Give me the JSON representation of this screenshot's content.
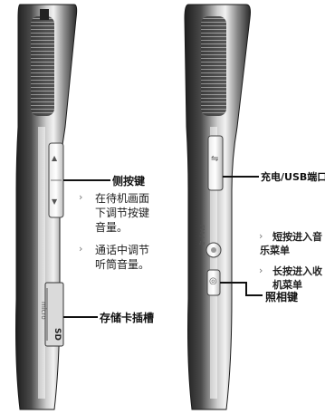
{
  "left_phone": {
    "callouts": {
      "side_keys": "侧按键",
      "memory_slot": "存储卡插槽"
    },
    "notes": [
      [
        "在待机画面",
        "下调节按键",
        "音量。"
      ],
      [
        "通话中调节",
        "听筒音量。"
      ]
    ],
    "volume_up_symbol": "▲",
    "volume_down_symbol": "▼",
    "slot_text_micro": "micro",
    "slot_text_sd": "SD"
  },
  "right_phone": {
    "callouts": {
      "charge_port": "充电/USB端口",
      "camera_key": "照相键"
    },
    "notes": [
      [
        "短按进入音",
        "乐菜单"
      ],
      [
        "长按进入收",
        "机菜单"
      ]
    ],
    "fm_text": "FM / ♫",
    "usb_symbol": "⇋",
    "camera_symbol": "◎"
  },
  "colors": {
    "body_dark": "#2e2e2e",
    "body_mid": "#6a6a6a",
    "body_light": "#d8d8d8",
    "line": "#111111"
  }
}
